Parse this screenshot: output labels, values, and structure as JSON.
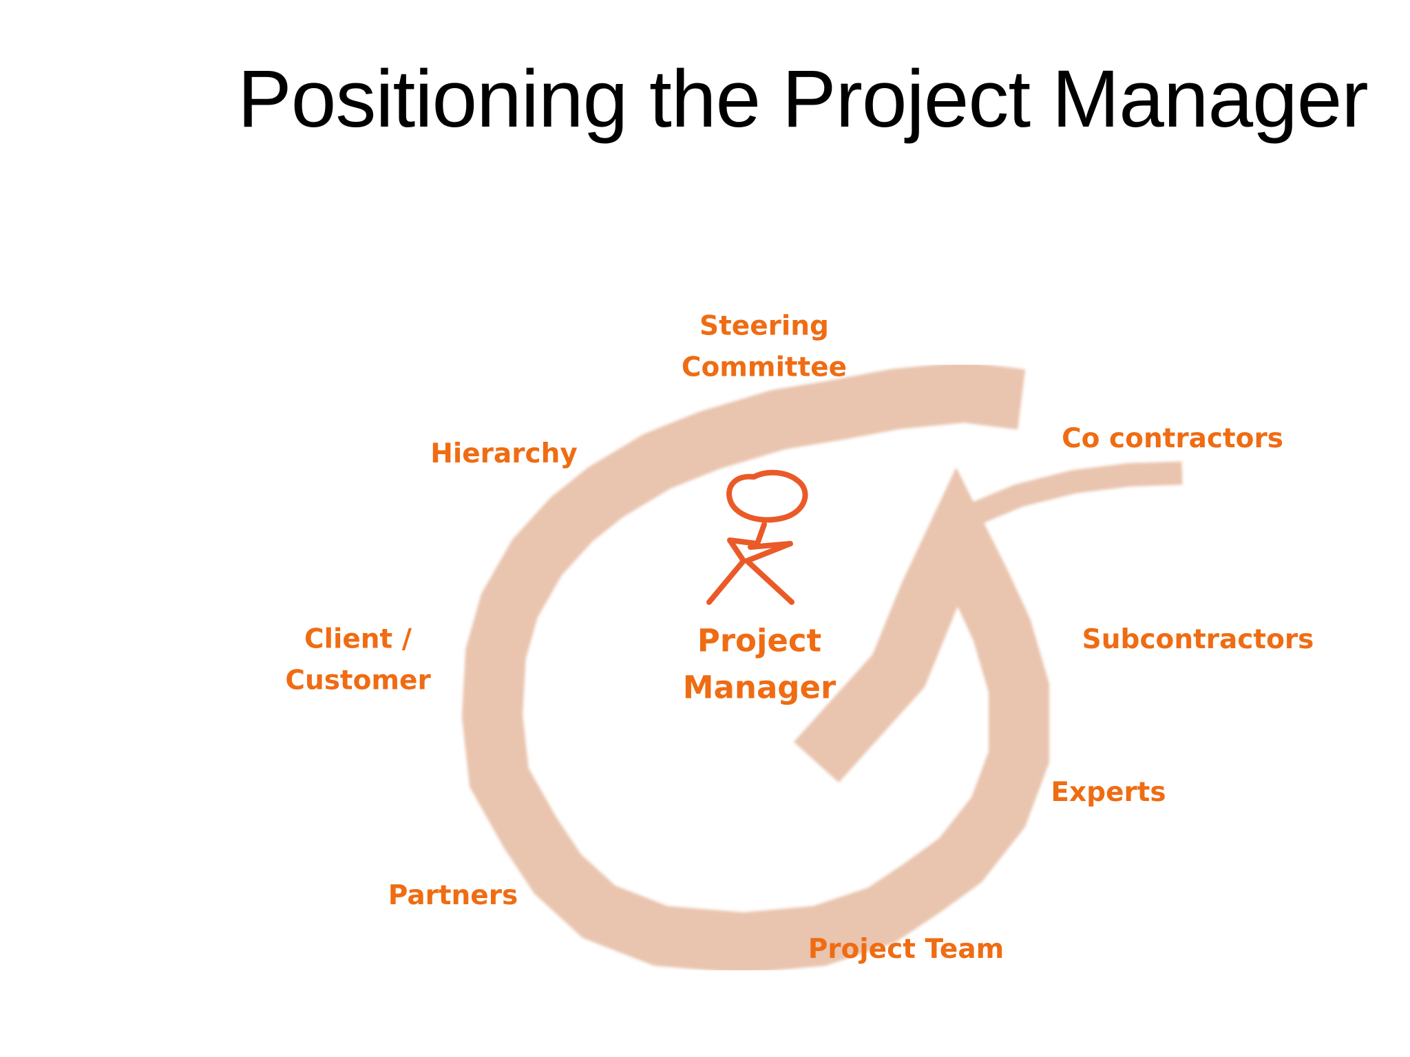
{
  "slide": {
    "title": "Positioning the Project Manager"
  },
  "diagram": {
    "center": {
      "line1": "Project",
      "line2": "Manager"
    },
    "stakeholders": {
      "steering_committee": {
        "line1": "Steering",
        "line2": "Committee"
      },
      "hierarchy": "Hierarchy",
      "co_contractors": "Co contractors",
      "client_customer": {
        "line1": "Client /",
        "line2": "Customer"
      },
      "subcontractors": "Subcontractors",
      "experts": "Experts",
      "partners": "Partners",
      "project_team": "Project Team"
    }
  },
  "colors": {
    "label": "#ef6c13",
    "spiral": "#e9c4ae",
    "stick_figure": "#ea5a28",
    "title": "#000000"
  },
  "icons": {
    "spiral_stroke": "spiral-arrow-icon",
    "figure": "stick-figure-icon"
  }
}
